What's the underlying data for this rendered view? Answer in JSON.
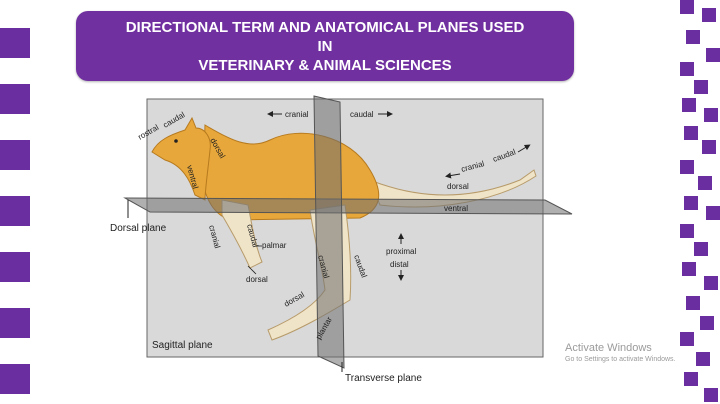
{
  "title": {
    "line1": "DIRECTIONAL TERM AND ANATOMICAL PLANES USED",
    "line2": "IN",
    "line3": "VETERINARY & ANIMAL SCIENCES"
  },
  "labels": {
    "cranial_top": "cranial",
    "caudal_top": "caudal",
    "rostral": "rostral",
    "caudal_head": "caudal",
    "dorsal_neck": "dorsal",
    "ventral_neck": "ventral",
    "cranial_tail": "cranial",
    "caudal_tail": "caudal",
    "dorsal_tail": "dorsal",
    "ventral_tail": "ventral",
    "dorsal_plane": "Dorsal plane",
    "cranial_arm": "cranial",
    "caudal_arm": "caudal",
    "palmar": "palmar",
    "dorsal_hand": "dorsal",
    "proximal": "proximal",
    "distal": "distal",
    "cranial_leg": "cranial",
    "caudal_leg": "caudal",
    "dorsal_foot": "dorsal",
    "plantar": "plantar",
    "sagittal_plane": "Sagittal plane",
    "transverse_plane": "Transverse plane"
  },
  "watermark": {
    "line1": "Activate Windows",
    "line2": "Go to Settings to activate Windows."
  },
  "colors": {
    "title_bg": "#7030a0",
    "checker": "#6a2ea0",
    "body": "#e8a73a",
    "plane_grey": "#d9d9d9"
  }
}
